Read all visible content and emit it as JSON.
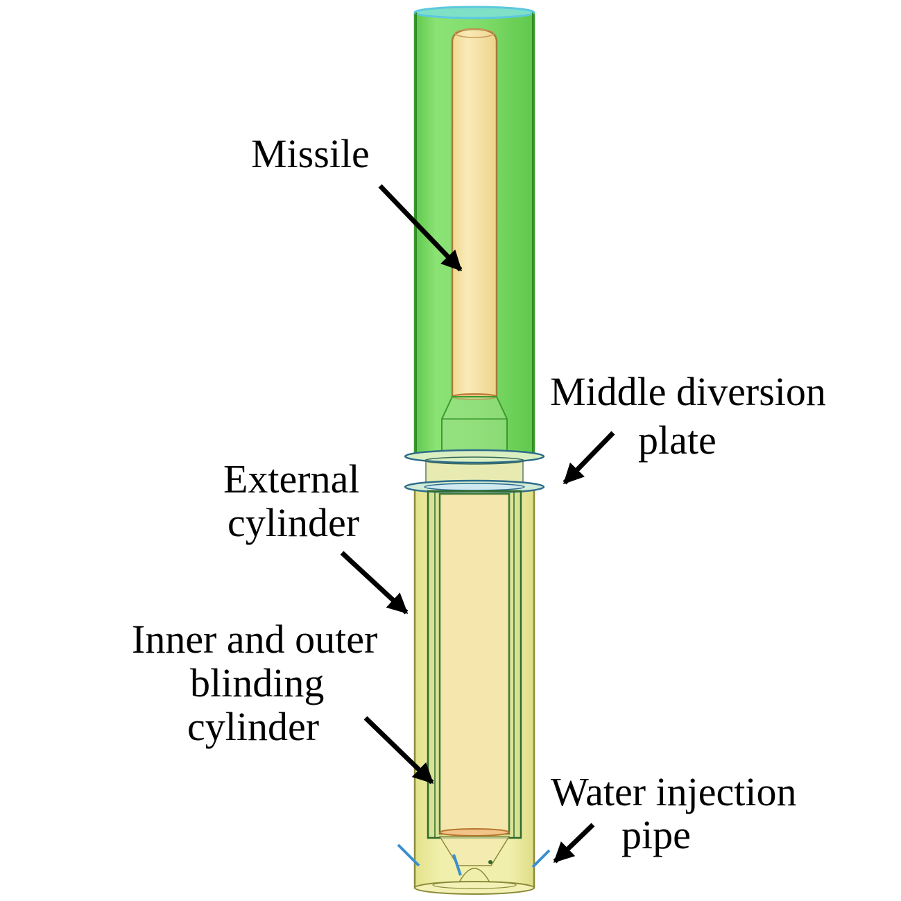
{
  "labels": {
    "missile": "Missile",
    "middle_diversion_plate_line1": "Middle diversion",
    "middle_diversion_plate_line2": "plate",
    "external_cylinder_line1": "External",
    "external_cylinder_line2": "cylinder",
    "inner_outer_line1": "Inner and outer",
    "inner_outer_line2": "blinding",
    "inner_outer_line3": "cylinder",
    "water_injection_line1": "Water injection",
    "water_injection_line2": "pipe"
  },
  "colors": {
    "upper_tube_fill": "#7ede6b",
    "upper_tube_edge": "#3c9a2e",
    "top_cap": "#7fd8e6",
    "missile_body": "#f7e3a8",
    "missile_edge": "#a77a3d",
    "lower_tube_fill": "#ecec9c",
    "lower_tube_edge": "#8c8a3a",
    "inner_cylinder_edge": "#2e6a2c",
    "flange_edge": "#2d6b8a",
    "water_pipe": "#3a8fd0",
    "arrow": "#000000"
  }
}
